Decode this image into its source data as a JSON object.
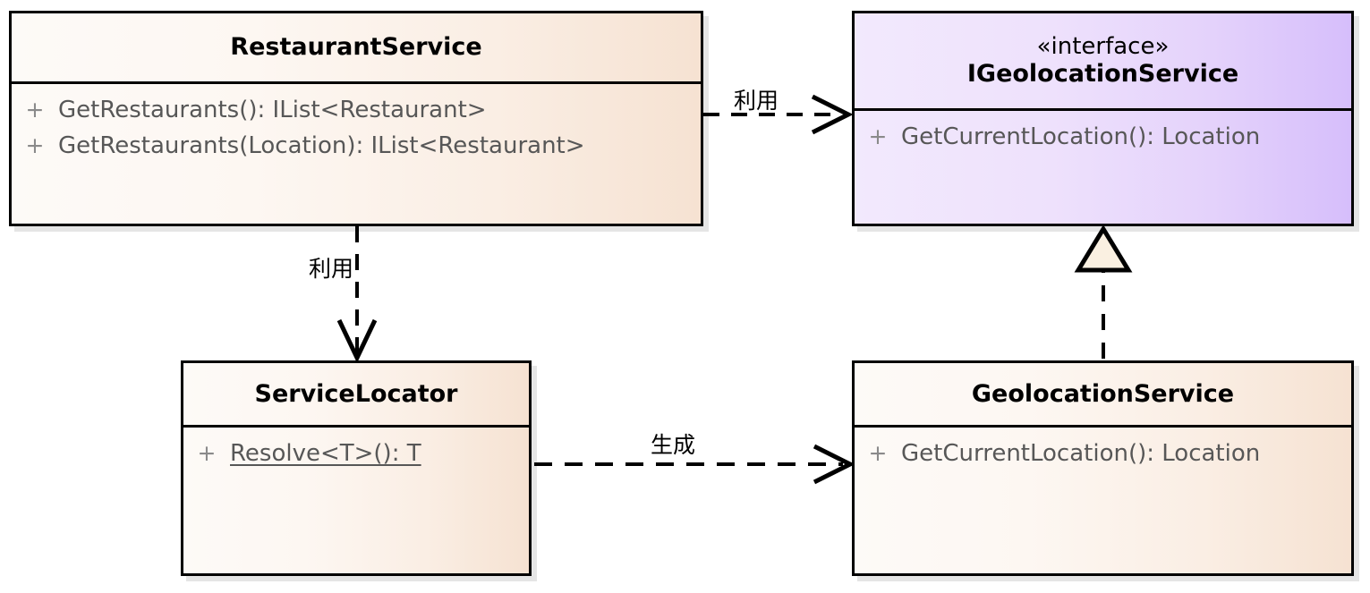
{
  "diagram": {
    "type": "uml-class-diagram",
    "title": "",
    "classes": [
      {
        "id": "restaurant-service",
        "name": "RestaurantService",
        "stereotype": "",
        "members": [
          {
            "visibility": "+",
            "signature": "GetRestaurants(): IList<Restaurant>",
            "static": false
          },
          {
            "visibility": "+",
            "signature": "GetRestaurants(Location): IList<Restaurant>",
            "static": false
          }
        ]
      },
      {
        "id": "igeolocation-service",
        "name": "IGeolocationService",
        "stereotype": "«interface»",
        "members": [
          {
            "visibility": "+",
            "signature": "GetCurrentLocation(): Location",
            "static": false
          }
        ]
      },
      {
        "id": "service-locator",
        "name": "ServiceLocator",
        "stereotype": "",
        "members": [
          {
            "visibility": "+",
            "signature": "Resolve<T>(): T",
            "static": true
          }
        ]
      },
      {
        "id": "geolocation-service",
        "name": "GeolocationService",
        "stereotype": "",
        "members": [
          {
            "visibility": "+",
            "signature": "GetCurrentLocation(): Location",
            "static": false
          }
        ]
      }
    ],
    "relations": [
      {
        "id": "rel-restaurant-uses-igeolocation",
        "from": "restaurant-service",
        "to": "igeolocation-service",
        "kind": "dependency",
        "label": "利用"
      },
      {
        "id": "rel-restaurant-uses-servicelocator",
        "from": "restaurant-service",
        "to": "service-locator",
        "kind": "dependency",
        "label": "利用"
      },
      {
        "id": "rel-servicelocator-creates-geolocation",
        "from": "service-locator",
        "to": "geolocation-service",
        "kind": "dependency",
        "label": "生成"
      },
      {
        "id": "rel-geolocation-realizes-igeolocation",
        "from": "geolocation-service",
        "to": "igeolocation-service",
        "kind": "realization",
        "label": ""
      }
    ]
  },
  "colors": {
    "class_fill_light": "#fdfaf7",
    "class_fill_dark": "#f6e2d2",
    "interface_fill_light": "#f2e9fd",
    "interface_fill_dark": "#d6befb",
    "border": "#000000",
    "member_text": "#575757",
    "visibility_text": "#8a8a8a",
    "realization_arrow_fill": "#faf0e1",
    "shadow": "#e8e8e8"
  }
}
